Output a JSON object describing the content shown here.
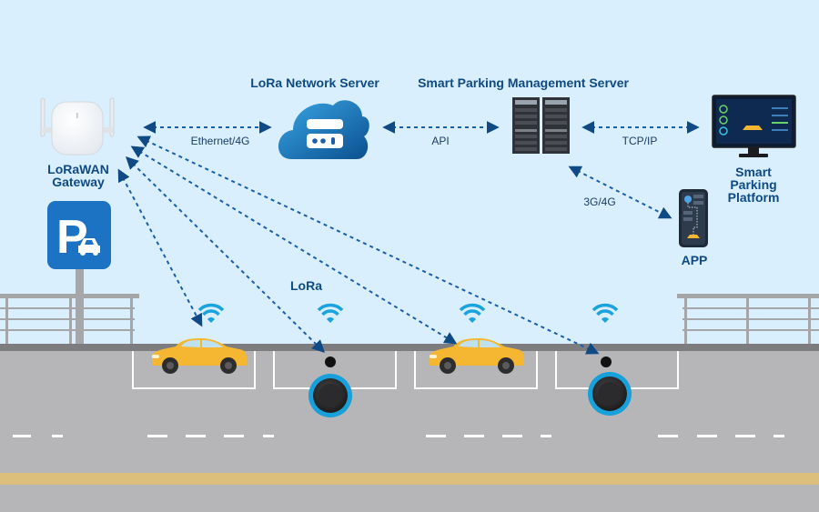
{
  "diagram": {
    "title": "LoRaWAN Smart Parking System Architecture",
    "colors": {
      "sky": "#d9effd",
      "road": "#b6b6b8",
      "curb": "#7d7d7f",
      "label_blue": "#0f4a85",
      "link_blue": "#1a5ea8",
      "wifi_cyan": "#1aa3de",
      "sensor_ring": "#17a0d9",
      "car_yellow": "#f5b731",
      "sign_blue": "#1c73c4",
      "yellow_line": "#dcbf7a"
    },
    "nodes": {
      "gateway": {
        "label_line1": "LoRaWAN",
        "label_line2": "Gateway",
        "icon": "gateway-device-icon"
      },
      "network_server": {
        "label": "LoRa Network Server",
        "icon": "cloud-server-icon"
      },
      "management_server": {
        "label": "Smart Parking Management Server",
        "icon": "server-rack-icon"
      },
      "platform": {
        "label_line1": "Smart",
        "label_line2": "Parking",
        "label_line3": "Platform",
        "icon": "monitor-dashboard-icon"
      },
      "app": {
        "label": "APP",
        "icon": "smartphone-app-icon"
      },
      "parking_sign": {
        "letter": "P",
        "icon": "parking-sign-icon"
      }
    },
    "links": {
      "gateway_network": "Ethernet/4G",
      "network_management": "API",
      "management_platform": "TCP/IP",
      "management_app": "3G/4G",
      "sensors_gateway": "LoRa"
    },
    "parking_spots": [
      {
        "state": "occupied"
      },
      {
        "state": "vacant"
      },
      {
        "state": "occupied"
      },
      {
        "state": "vacant"
      }
    ]
  }
}
